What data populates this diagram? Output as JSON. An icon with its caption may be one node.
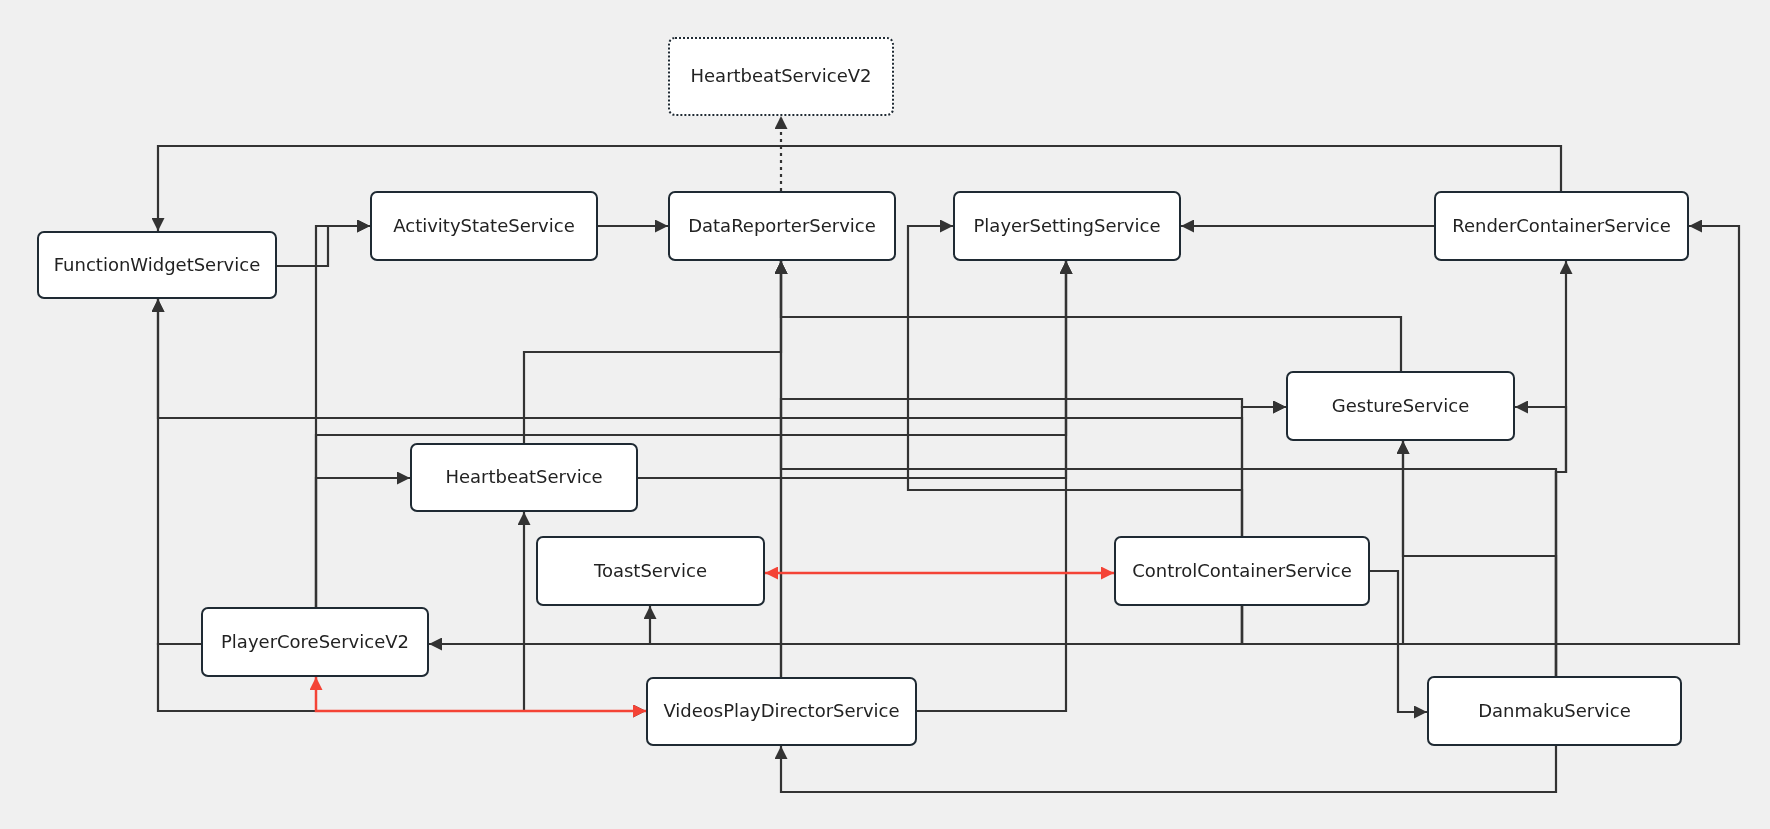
{
  "diagram": {
    "nodes": [
      {
        "text": [
          "HeartbeatServiceV2"
        ]
      },
      {
        "text": [
          "FunctionWidgetService"
        ]
      },
      {
        "text": [
          "ActivityStateService"
        ]
      },
      {
        "text": [
          "DataReporterService"
        ]
      },
      {
        "text": [
          "PlayerSettingService"
        ]
      },
      {
        "text": [
          "RenderContainerService"
        ]
      },
      {
        "text": [
          "GestureService"
        ]
      },
      {
        "text": [
          "HeartbeatService"
        ]
      },
      {
        "text": [
          "ToastService"
        ]
      },
      {
        "text": [
          "ControlContainerService"
        ]
      },
      {
        "text": [
          "PlayerCoreServiceV2"
        ]
      },
      {
        "text": [
          "VideosPlayDirectorService"
        ]
      },
      {
        "text": [
          "DanmakuService"
        ]
      }
    ],
    "edges": [
      {
        "from": 3,
        "to": 0,
        "arrow": "to",
        "style": "dashed"
      },
      {
        "from": 1,
        "to": 2,
        "arrow": "to"
      },
      {
        "from": 10,
        "to": 2,
        "arrow": "to"
      },
      {
        "from": 2,
        "to": 3,
        "arrow": "to"
      },
      {
        "from": 5,
        "to": 4,
        "arrow": "to"
      },
      {
        "from": 5,
        "to": 1,
        "arrow": "to"
      },
      {
        "from": 11,
        "to": 3,
        "arrow": "to"
      },
      {
        "from": 6,
        "to": 3,
        "arrow": "to"
      },
      {
        "from": 7,
        "to": 3,
        "arrow": "to"
      },
      {
        "from": 11,
        "to": 6,
        "arrow": "to"
      },
      {
        "from": 9,
        "to": 6,
        "arrow": "to"
      },
      {
        "from": 9,
        "to": 1,
        "arrow": "to"
      },
      {
        "from": 10,
        "to": 1,
        "arrow": "to"
      },
      {
        "from": 10,
        "to": 11,
        "arrow": "to"
      },
      {
        "from": 10,
        "to": 7,
        "arrow": "to"
      },
      {
        "from": 11,
        "to": 7,
        "arrow": "to"
      },
      {
        "from": 10,
        "to": 4,
        "arrow": "to"
      },
      {
        "from": 7,
        "to": 4,
        "arrow": "to"
      },
      {
        "from": 11,
        "to": 4,
        "arrow": "to"
      },
      {
        "from": 12,
        "to": 3,
        "arrow": "to"
      },
      {
        "from": 12,
        "to": 5,
        "arrow": "to"
      },
      {
        "from": 12,
        "to": 6,
        "arrow": "to"
      },
      {
        "from": 9,
        "to": 4,
        "arrow": "to"
      },
      {
        "from": 9,
        "to": 12,
        "arrow": "to"
      },
      {
        "from": 9,
        "to": 10,
        "arrow": "to"
      },
      {
        "from": 9,
        "to": 8,
        "arrow": "to"
      },
      {
        "from": 9,
        "to": 5,
        "arrow": "to"
      },
      {
        "from": 12,
        "to": 11,
        "arrow": "to"
      },
      {
        "from": 8,
        "to": 9,
        "arrow": "both",
        "color": "#f44336"
      },
      {
        "from": 10,
        "to": 11,
        "arrow": "both",
        "color": "#f44336"
      },
      {
        "from": 12,
        "to": 6,
        "arrow": "to"
      },
      {
        "from": 9,
        "to": 6,
        "arrow": "to"
      }
    ]
  }
}
